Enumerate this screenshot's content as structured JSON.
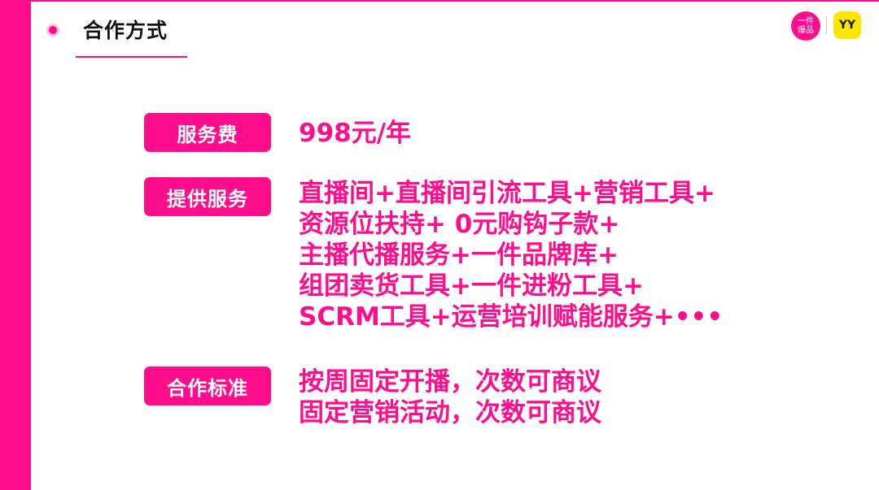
{
  "header": {
    "title": "合作方式",
    "logo_text": "一件 爆品",
    "logo_yy": "YY"
  },
  "sections": [
    {
      "label": "服务费",
      "lines": [
        "998元/年"
      ]
    },
    {
      "label": "提供服务",
      "lines": [
        "直播间+直播间引流工具+营销工具+",
        "资源位扶持+ 0元购钩子款+",
        "主播代播服务+一件品牌库+",
        "组团卖货工具+一件进粉工具+",
        "SCRM工具+运营培训赋能服务+•••"
      ]
    },
    {
      "label": "合作标准",
      "lines": [
        "按周固定开播，次数可商议",
        "固定营销活动，次数可商议"
      ]
    }
  ],
  "colors": {
    "accent": "#ff0d8c",
    "logo_yellow": "#ffe400"
  }
}
